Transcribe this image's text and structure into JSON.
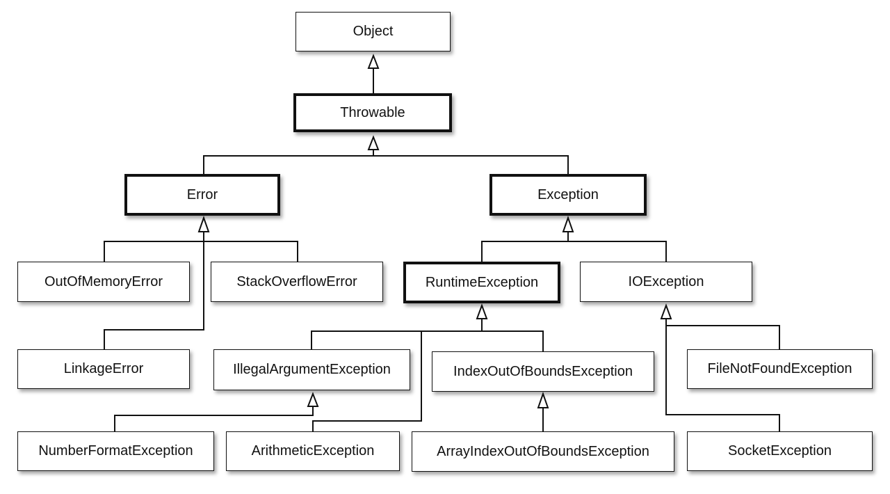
{
  "nodes": {
    "object": "Object",
    "throwable": "Throwable",
    "error": "Error",
    "exception": "Exception",
    "out_of_memory_error": "OutOfMemoryError",
    "stack_overflow_error": "StackOverflowError",
    "runtime_exception": "RuntimeException",
    "io_exception": "IOException",
    "linkage_error": "LinkageError",
    "illegal_argument_exception": "IllegalArgumentException",
    "index_out_of_bounds_exception": "IndexOutOfBoundsException",
    "file_not_found_exception": "FileNotFoundException",
    "number_format_exception": "NumberFormatException",
    "arithmetic_exception": "ArithmeticException",
    "array_index_out_of_bounds_exception": "ArrayIndexOutOfBoundsException",
    "socket_exception": "SocketException"
  },
  "colors": {
    "line": "#111111",
    "box_fill": "#ffffff"
  }
}
